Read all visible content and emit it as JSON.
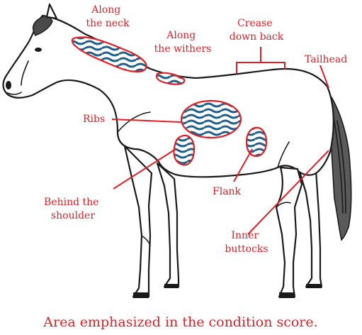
{
  "labels": {
    "neck": [
      "Along",
      "the neck"
    ],
    "withers": [
      "Along",
      "the withers"
    ],
    "crease": [
      "Crease",
      "down back"
    ],
    "tailhead": "Tailhead",
    "ribs": "Ribs",
    "shoulder": [
      "Behind the",
      "shoulder"
    ],
    "flank": "Flank",
    "buttocks": [
      "Inner",
      "buttocks"
    ]
  },
  "caption": "Area emphasized in the condition score.",
  "colors": {
    "label": "#e01f26",
    "stripe": "#1f5f8b",
    "outline": "#1a1a1a"
  }
}
